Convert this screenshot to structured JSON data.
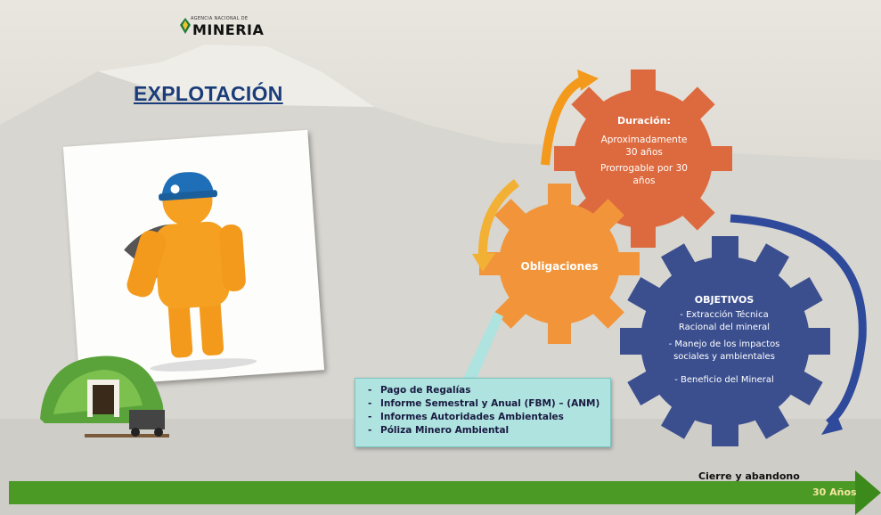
{
  "logo": {
    "small_text": "AGENCIA NACIONAL DE",
    "name": "MINERIA"
  },
  "title": "EXPLOTACIÓN",
  "duracion": {
    "title": "Duración:",
    "line1": "Aproximadamente",
    "line2": "30 años",
    "line3": "Prorrogable por 30",
    "line4": "años"
  },
  "obligaciones": "Obligaciones",
  "objetivos": {
    "title": "OBJETIVOS",
    "items": [
      "- Extracción Técnica",
      "Racional del mineral",
      "- Manejo de los impactos",
      "sociales y ambientales",
      "- Beneficio del Mineral"
    ]
  },
  "obligaciones_list": [
    "Pago de Regalías",
    "Informe Semestral y Anual (FBM) – (ANM)",
    "Informes Autoridades Ambientales",
    "Póliza Minero Ambiental"
  ],
  "timeline": {
    "label": "Cierre y abandono",
    "end": "30 Años"
  },
  "colors": {
    "duracion_gear": "#dd6a3e",
    "obligaciones_gear": "#f2953a",
    "objetivos_gear": "#3b4f8f",
    "arrow_green": "#4a9a25",
    "title_blue": "#1a3c7a"
  }
}
